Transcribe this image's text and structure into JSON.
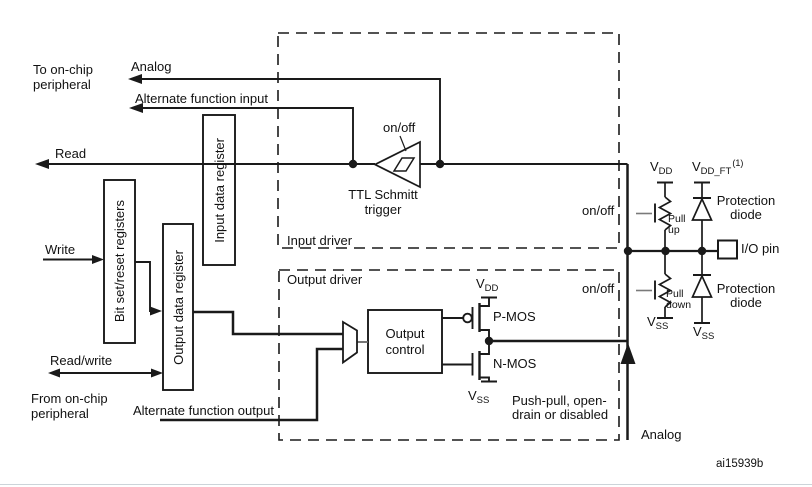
{
  "diagram": {
    "left": {
      "to_onchip_peripheral": "To on-chip peripheral",
      "analog": "Analog",
      "alternate_function_input": "Alternate function input",
      "read": "Read",
      "write": "Write",
      "read_write": "Read/write",
      "from_onchip_peripheral": "From on-chip peripheral",
      "alternate_function_output": "Alternate function output"
    },
    "registers": {
      "bit_set_reset": "Bit set/reset registers",
      "input_data": "Input data register",
      "output_data": "Output data register"
    },
    "input_driver": {
      "title": "Input driver",
      "on_off": "on/off",
      "ttl_schmitt_trigger": "TTL Schmitt trigger"
    },
    "output_driver": {
      "title": "Output driver",
      "output_control": "Output control",
      "pmos": "P-MOS",
      "nmos": "N-MOS",
      "vdd_base": "V",
      "vdd_sub": "DD",
      "vss_base": "V",
      "vss_sub": "SS",
      "mode_note": "Push-pull, open-drain or disabled"
    },
    "pin_stage": {
      "on_off_pullup": "on/off",
      "on_off_pulldown": "on/off",
      "vdd_base": "V",
      "vdd_sub": "DD",
      "vdd_ft_base": "V",
      "vdd_ft_sub": "DD_FT",
      "vdd_ft_sup": "(1)",
      "pull_up": "Pull up",
      "pull_down": "Pull down",
      "protection_diode_top": "Protection diode",
      "protection_diode_bottom": "Protection diode",
      "io_pin": "I/O pin",
      "vss_pull_base": "V",
      "vss_pull_sub": "SS",
      "vss_diode_base": "V",
      "vss_diode_sub": "SS",
      "analog": "Analog"
    },
    "figure_id": "ai15939b"
  },
  "colors": {
    "line": "#1a1a1a",
    "text": "#111111",
    "background": "#ffffff",
    "switch_control": "#7a7a7a"
  }
}
